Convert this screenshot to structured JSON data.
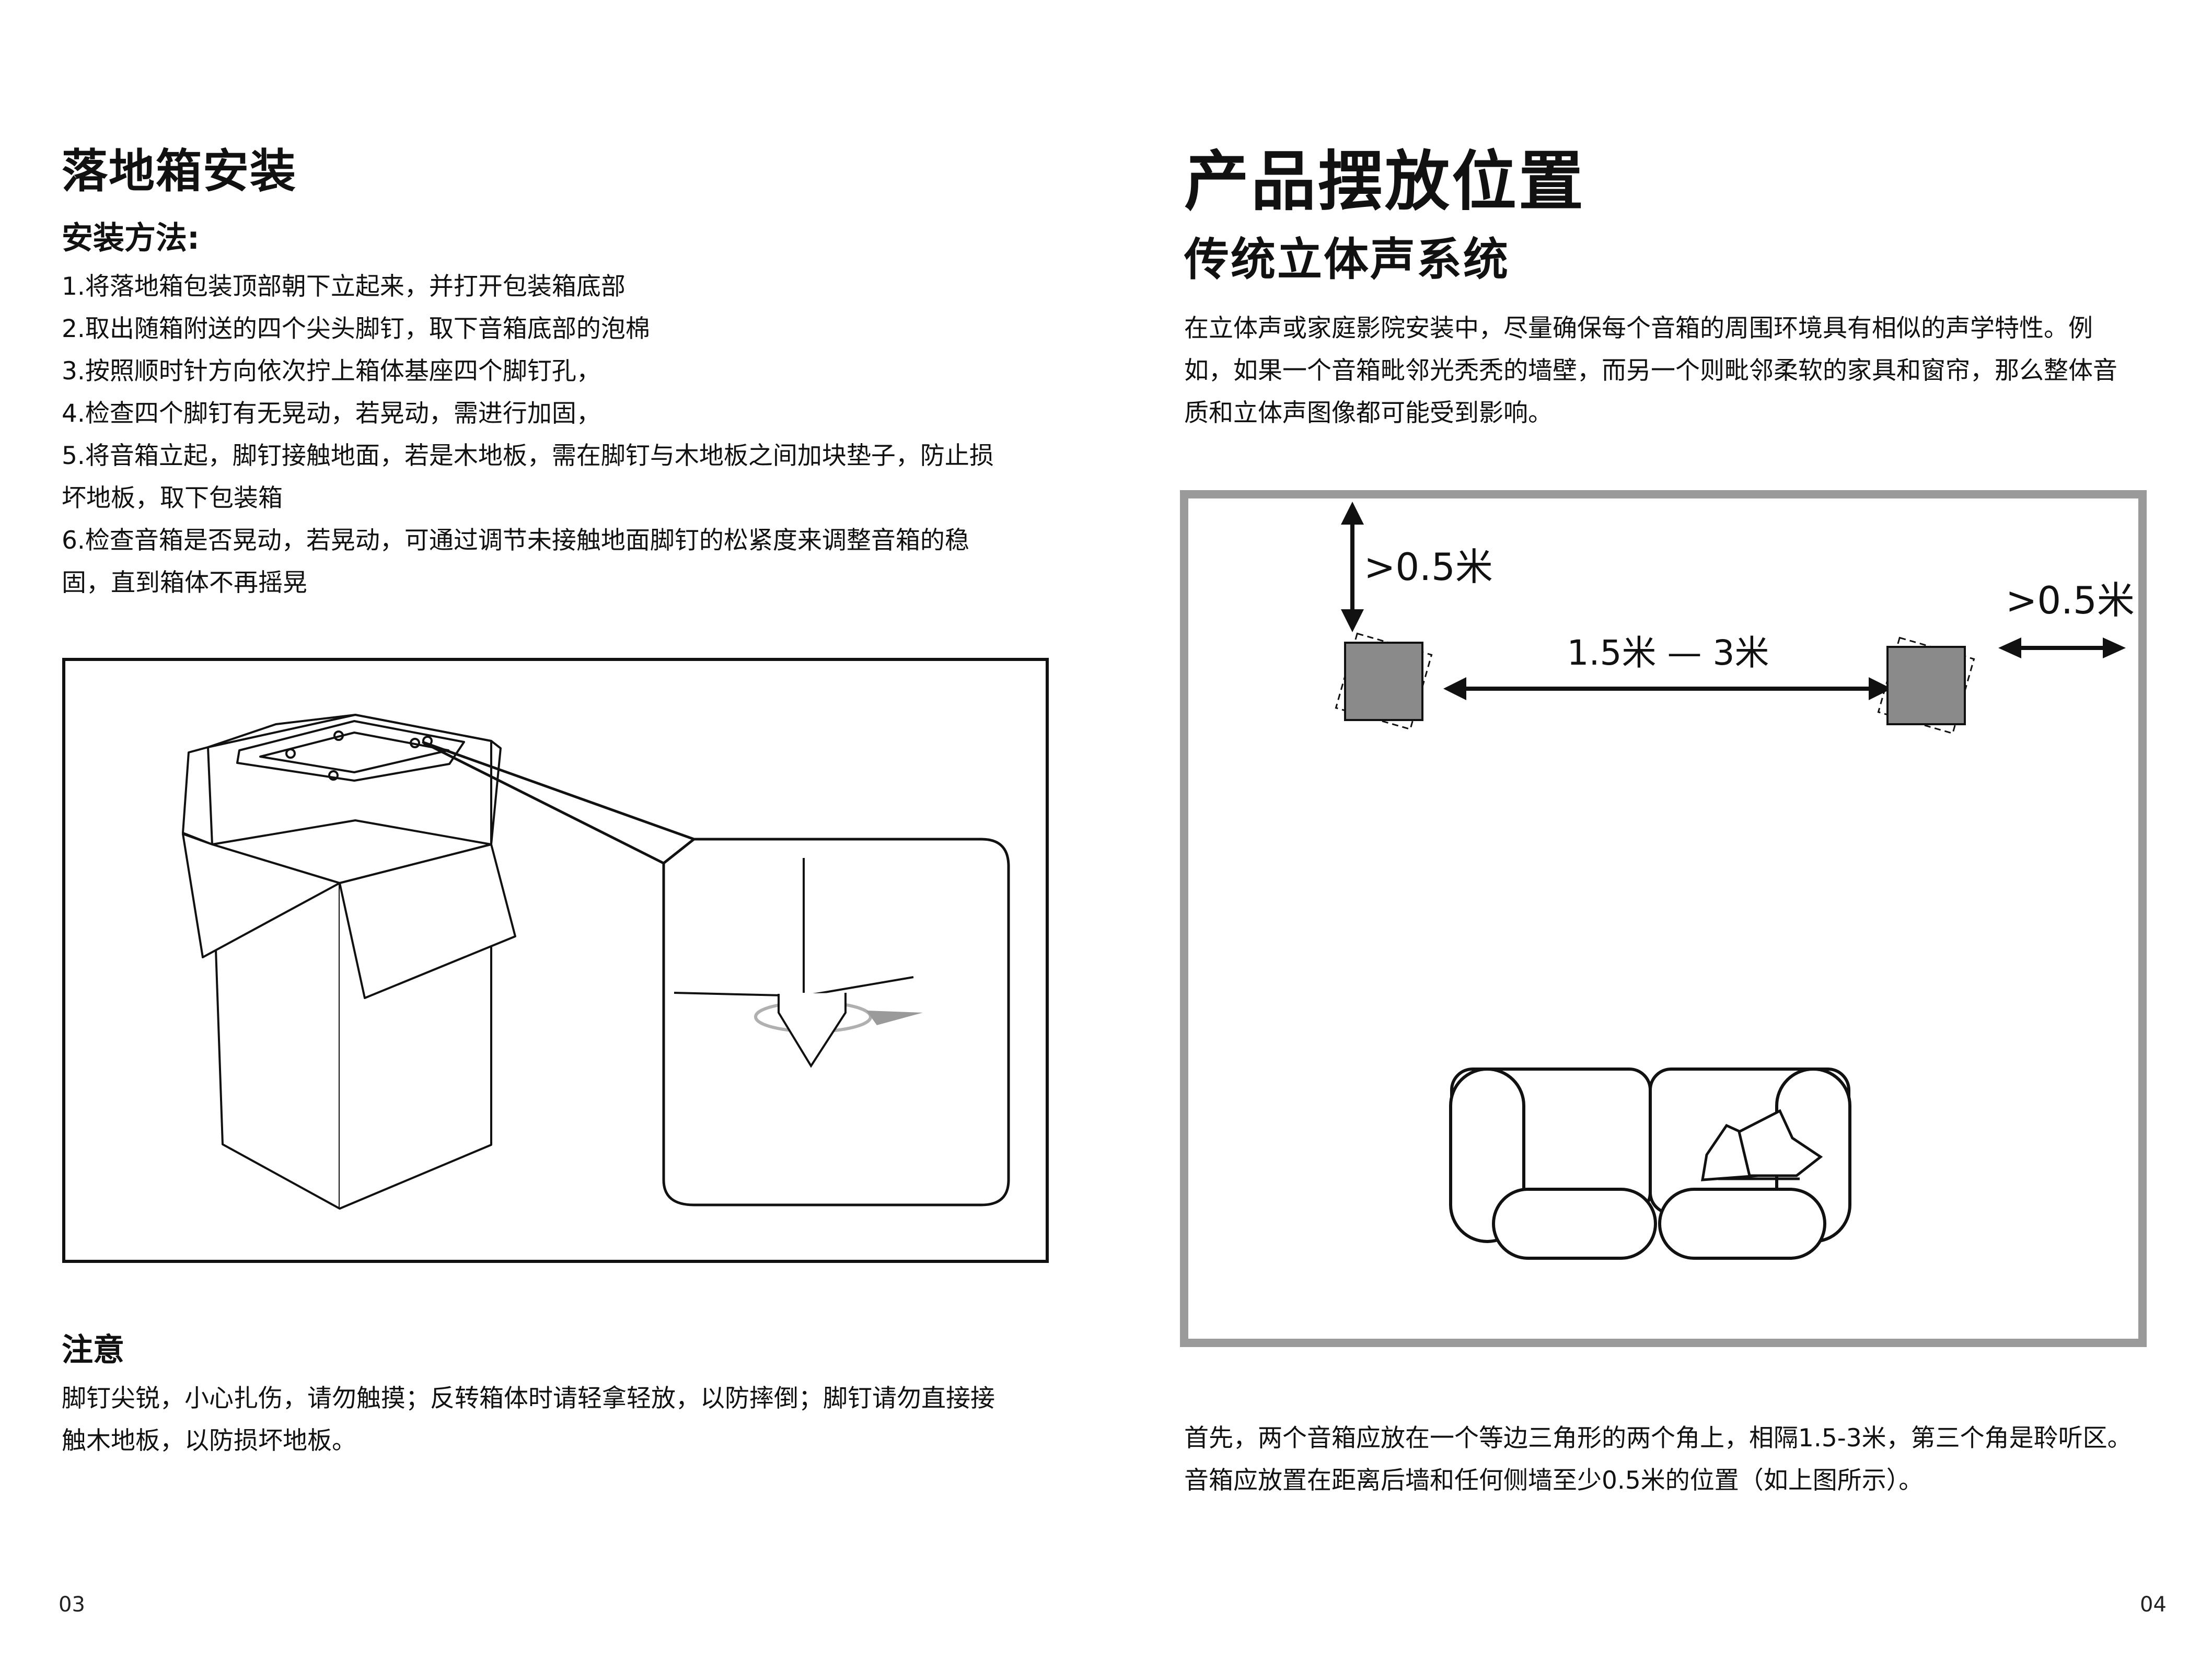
{
  "left_page": {
    "title": "落地箱安装",
    "method_heading": "安装方法:",
    "steps": [
      "1.将落地箱包装顶部朝下立起来，并打开包装箱底部",
      "2.取出随箱附送的四个尖头脚钉，取下音箱底部的泡棉",
      "3.按照顺时针方向依次拧上箱体基座四个脚钉孔，",
      "4.检查四个脚钉有无晃动，若晃动，需进行加固，",
      "5.将音箱立起，脚钉接触地面，若是木地板，需在脚钉与木地板之间加块垫子，防止损",
      "坏地板，取下包装箱",
      "6.检查音箱是否晃动，若晃动，可通过调节未接触地面脚钉的松紧度来调整音箱的稳",
      "固，直到箱体不再摇晃"
    ],
    "note_heading": "注意",
    "note_lines": [
      "脚钉尖锐，小心扎伤，请勿触摸；反转箱体时请轻拿轻放，以防摔倒；脚钉请勿直接接",
      "触木地板，以防损坏地板。"
    ],
    "page_number": "03"
  },
  "right_page": {
    "title": "产品摆放位置",
    "subtitle": "传统立体声系统",
    "intro_lines": [
      "在立体声或家庭影院安装中，尽量确保每个音箱的周围环境具有相似的声学特性。例",
      "如，如果一个音箱毗邻光秃秃的墙壁，而另一个则毗邻柔软的家具和窗帘，那么整体音",
      "质和立体声图像都可能受到影响。"
    ],
    "diagram": {
      "back_wall_distance": ">0.5米",
      "side_wall_distance": ">0.5米",
      "speaker_spacing": "1.5米 — 3米",
      "frame_color": "#9a9a9a",
      "speaker_fill": "#8a8a8a"
    },
    "footer_lines": [
      "首先，两个音箱应放在一个等边三角形的两个角上，相隔1.5-3米，第三个角是聆听区。",
      "音箱应放置在距离后墙和任何侧墙至少0.5米的位置（如上图所示）。"
    ],
    "page_number": "04"
  }
}
